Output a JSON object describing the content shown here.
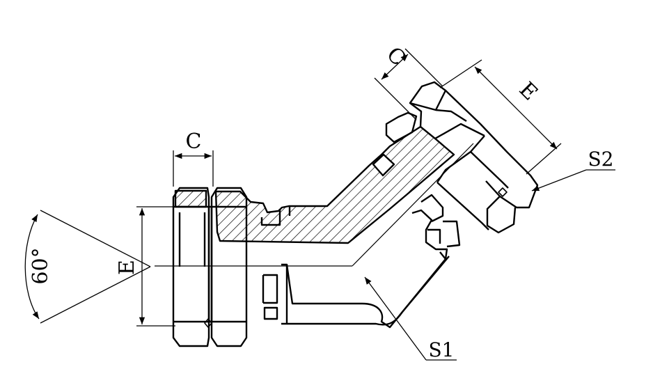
{
  "labels": {
    "c_left": "C",
    "c_top": "C",
    "e_left": "E",
    "e_right": "E",
    "angle": "60°",
    "s1": "S1",
    "s2": "S2"
  },
  "style": {
    "stroke": "#000000",
    "background": "#ffffff"
  }
}
